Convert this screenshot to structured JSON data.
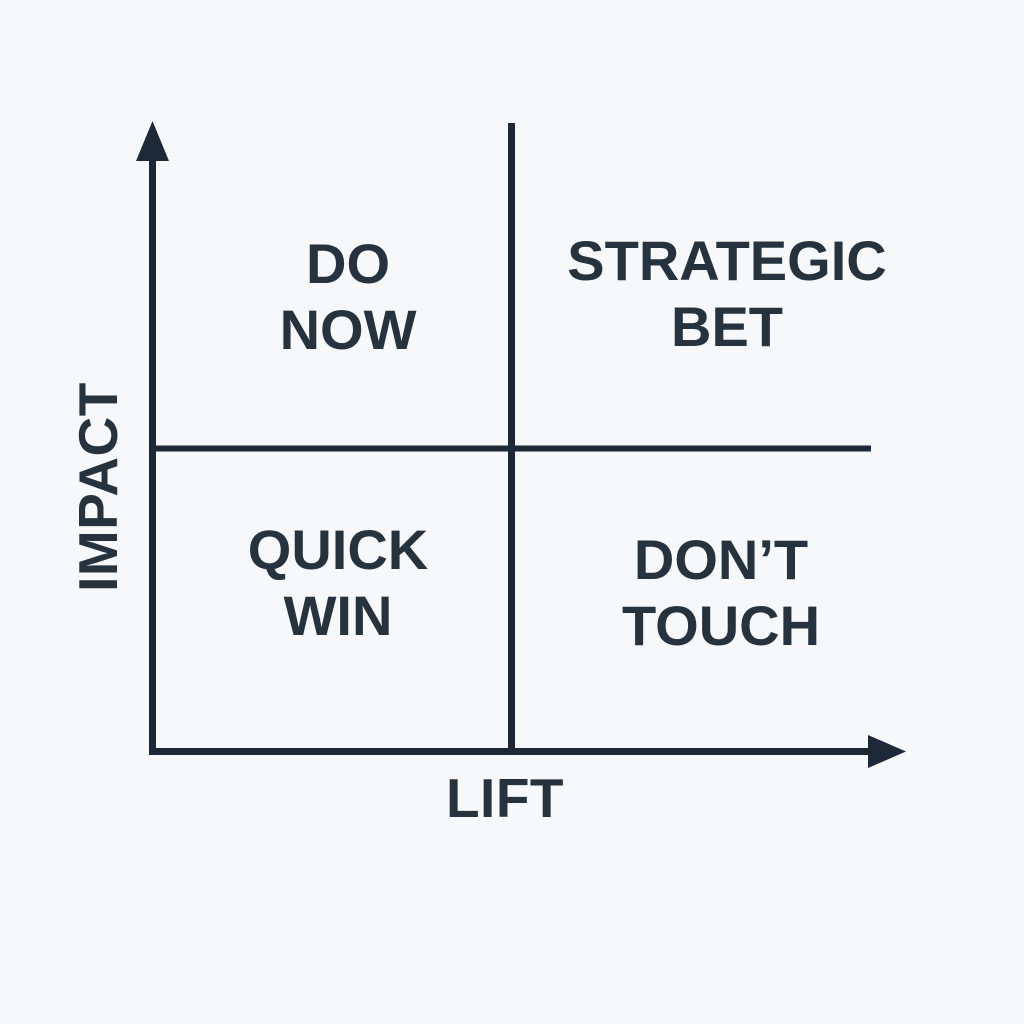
{
  "diagram": {
    "type": "2x2-priority-matrix",
    "quadrants": {
      "top_left": "DO\nNOW",
      "top_right": "STRATEGIC\nBET",
      "bottom_left": "QUICK\nWIN",
      "bottom_right": "DON’T\nTOUCH"
    },
    "axes": {
      "y_label": "IMPACT",
      "x_label": "LIFT"
    }
  },
  "colors": {
    "background": "#f7f8f9",
    "line": "#1d2936",
    "text": "#26333f"
  }
}
